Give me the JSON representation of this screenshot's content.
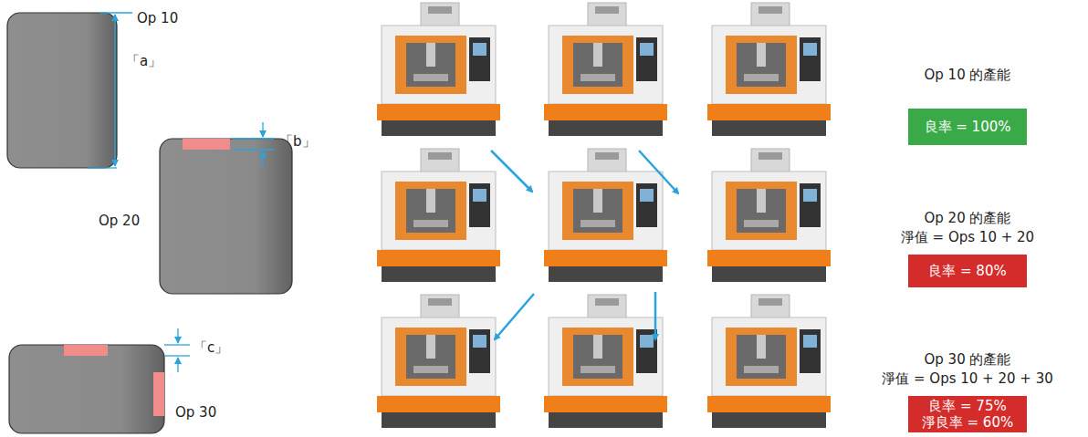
{
  "diagram": {
    "nodes": [
      {
        "text": [
          "Op 10 的產能",
          "良率 = 100%"
        ]
      },
      {
        "text": [
          "Op 20 的產能",
          "淨值 = Ops 10 + 20",
          "良率 = 80%"
        ]
      },
      {
        "text": [
          "Op 30 的產能",
          "淨值 = Ops 10 + 20 + 30",
          "良率 = 75%",
          "淨良率 = 60%"
        ]
      }
    ],
    "labels": [
      "Op 10",
      "「a」",
      "「b」",
      "Op 20",
      "「c」",
      "Op 30"
    ]
  }
}
